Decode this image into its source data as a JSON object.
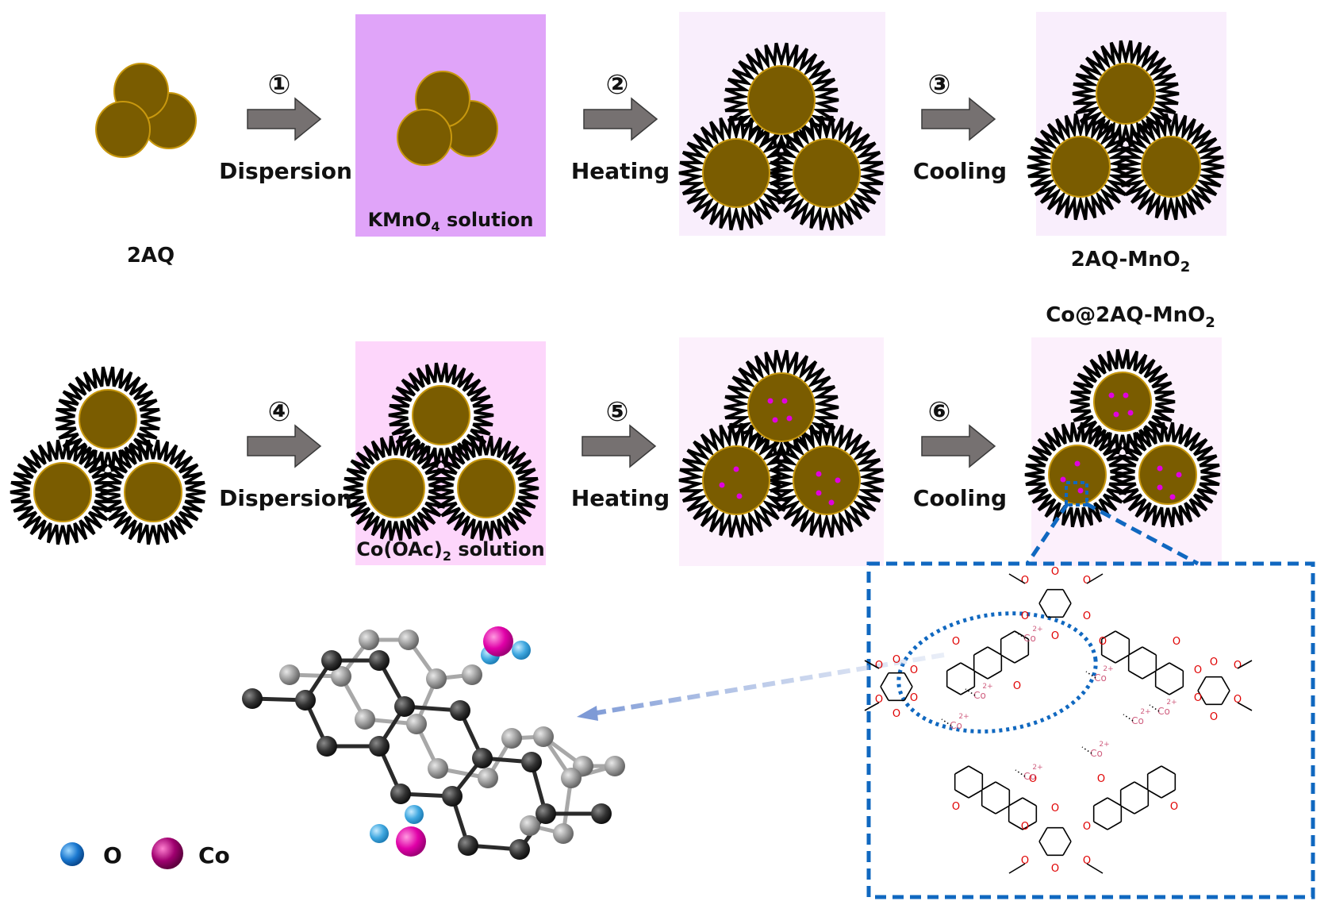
{
  "title": "Synthesis scheme of Co@2AQ-MnO2",
  "colors": {
    "particle_fill": "#7a5c00",
    "particle_stroke": "#c8980e",
    "spike": "#000000",
    "kmno4_panel": "#e0a4f9",
    "co_panel": "#fdd6fb",
    "light_panel": "#f9eefc",
    "arrow": "#767171",
    "co_dot": "#e000e0",
    "zoom_box": "#1068c0",
    "oxygen_atom": "#e00000",
    "co_ion": "#d06080",
    "atom_O": "#3aa0dc",
    "atom_Co": "#d400a0",
    "carbon_dark": "#333333",
    "carbon_light": "#9a9a9a"
  },
  "row1": {
    "start_label": "2AQ",
    "steps": [
      {
        "number": "①",
        "label": "Dispersion"
      },
      {
        "number": "②",
        "label": "Heating"
      },
      {
        "number": "③",
        "label": "Cooling"
      }
    ],
    "solution_label": "KMnO",
    "solution_sub": "4",
    "solution_suffix": " solution",
    "product_label": "2AQ-MnO",
    "product_sub": "2"
  },
  "row2": {
    "title_label": "Co@2AQ-MnO",
    "title_sub": "2",
    "steps": [
      {
        "number": "④",
        "label": "Dispersion"
      },
      {
        "number": "⑤",
        "label": "Heating"
      },
      {
        "number": "⑥",
        "label": "Cooling"
      }
    ],
    "solution_label": "Co(OAc)",
    "solution_sub": "2",
    "solution_suffix": " solution"
  },
  "structure": {
    "o_label": "O",
    "co_label": "Co",
    "charge": "2+",
    "methoxy": "O"
  },
  "legend": [
    {
      "symbol": "O",
      "label": "O"
    },
    {
      "symbol": "Co",
      "label": "Co"
    }
  ]
}
